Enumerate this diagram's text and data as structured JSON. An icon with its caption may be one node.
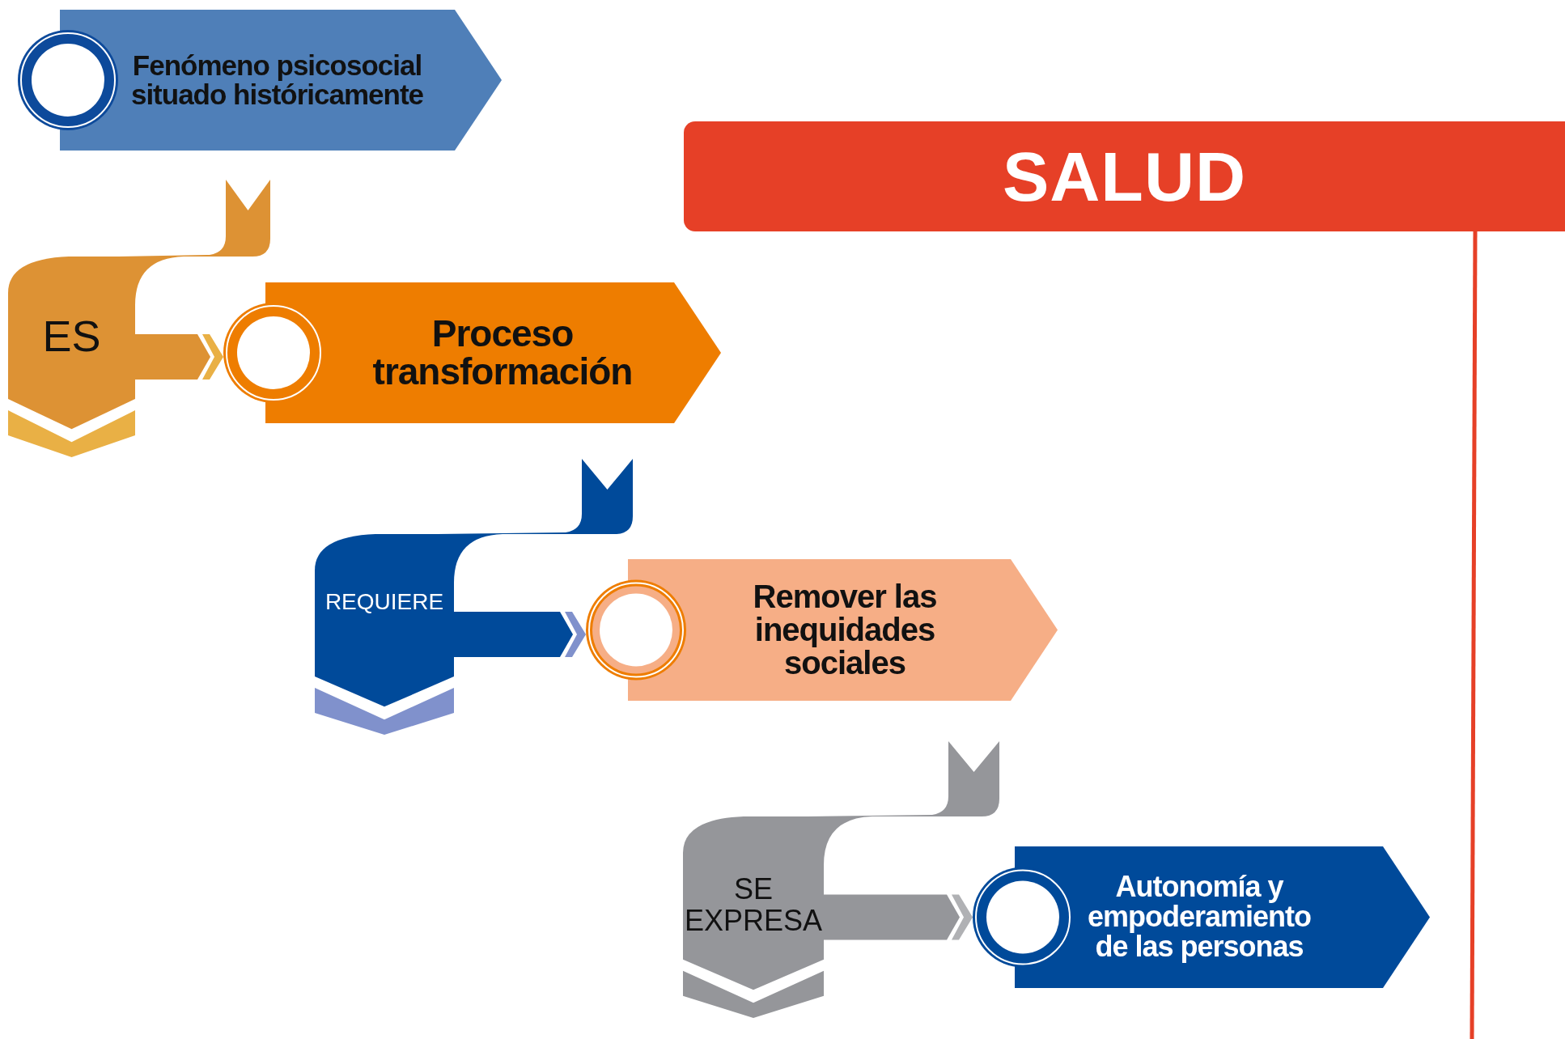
{
  "diagram": {
    "nodes": [
      {
        "text": [
          "Fenómeno psicosocial situado históricamente"
        ]
      },
      {
        "text": [
          "SALUD"
        ]
      },
      {
        "text": [
          "ES"
        ]
      },
      {
        "text": [
          "Proceso transformación"
        ]
      },
      {
        "text": [
          "REQUIERE"
        ]
      },
      {
        "text": [
          "Remover las inequidades sociales"
        ]
      },
      {
        "text": [
          "SE EXPRESA"
        ]
      },
      {
        "text": [
          "Autonomía y empoderamiento de las personas"
        ]
      }
    ],
    "edges": [
      {
        "from": 2,
        "to": 3,
        "arrow": "to",
        "color": "#dd9234"
      },
      {
        "from": 4,
        "to": 5,
        "arrow": "to",
        "color": "#004a9a"
      },
      {
        "from": 6,
        "to": 7,
        "arrow": "to",
        "color": "#95969a"
      },
      {
        "from": 1,
        "to": null,
        "arrow": "none",
        "color": "#e64027"
      }
    ]
  }
}
